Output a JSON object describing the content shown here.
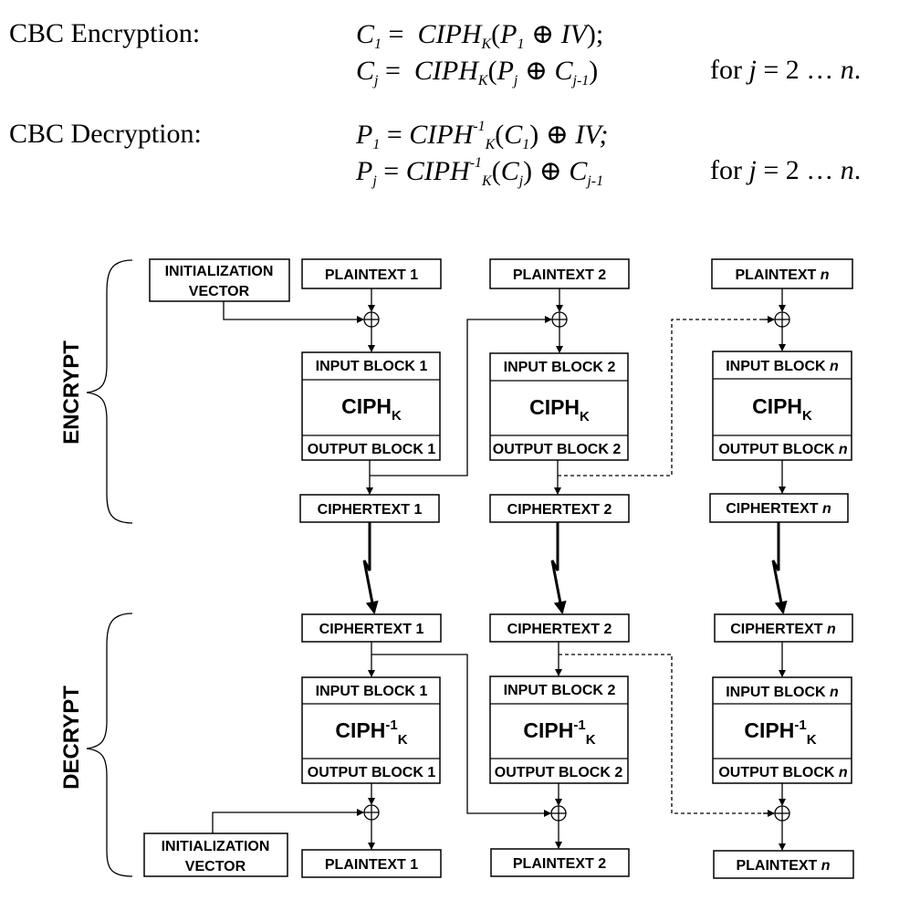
{
  "formulas": {
    "enc_label": "CBC Encryption:",
    "dec_label": "CBC Decryption:",
    "for_text": "for ",
    "j_eq": "j = 2 … ",
    "n": "n",
    "period": "."
  },
  "diagram": {
    "encrypt_label": "ENCRYPT",
    "decrypt_label": "DECRYPT",
    "iv_line1": "INITIALIZATION",
    "iv_line2": "VECTOR",
    "plaintext": "PLAINTEXT",
    "ciphertext": "CIPHERTEXT",
    "input_block": "INPUT BLOCK",
    "output_block": "OUTPUT BLOCK",
    "ciph": "CIPH",
    "k": "K",
    "inv": "-1",
    "idx1": "1",
    "idx2": "2",
    "idxn": "n"
  }
}
